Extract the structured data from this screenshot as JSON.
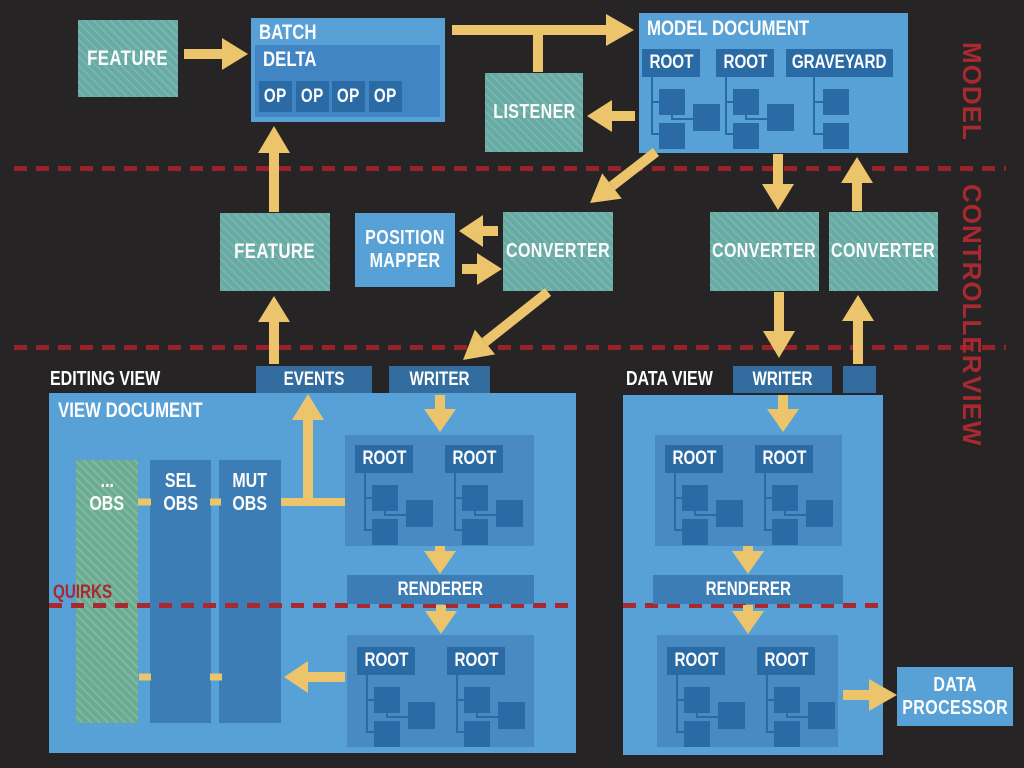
{
  "layers": {
    "model": "MODEL",
    "controller": "CONTROLLER",
    "view": "VIEW"
  },
  "model": {
    "feature_label": "FEATURE",
    "batch": {
      "title": "BATCH",
      "delta_label": "DELTA",
      "ops": [
        "OP",
        "OP",
        "OP",
        "OP"
      ]
    },
    "listener_label": "LISTENER",
    "document": {
      "title": "MODEL DOCUMENT",
      "roots": [
        "ROOT",
        "ROOT",
        "GRAVEYARD"
      ]
    }
  },
  "controller": {
    "feature_label": "FEATURE",
    "position_mapper_label": "POSITION MAPPER",
    "converters": [
      "CONVERTER",
      "CONVERTER",
      "CONVERTER"
    ]
  },
  "view": {
    "editing": {
      "title": "EDITING VIEW",
      "events_tab": "EVENTS",
      "writer_tab": "WRITER",
      "document_title": "VIEW DOCUMENT",
      "observers": [
        {
          "top": "...",
          "bottom": "OBS"
        },
        {
          "top": "SEL",
          "bottom": "OBS"
        },
        {
          "top": "MUT",
          "bottom": "OBS"
        }
      ],
      "quirks_label": "QUIRKS",
      "renderer_label": "RENDERER",
      "top_roots": [
        "ROOT",
        "ROOT"
      ],
      "bottom_roots": [
        "ROOT",
        "ROOT"
      ]
    },
    "data": {
      "title": "DATA VIEW",
      "writer_tab": "WRITER",
      "renderer_label": "RENDERER",
      "top_roots": [
        "ROOT",
        "ROOT"
      ],
      "bottom_roots": [
        "ROOT",
        "ROOT"
      ],
      "processor_label": "DATA PROCESSOR"
    }
  },
  "colors": {
    "background": "#272425",
    "box_blue": "#57a1d6",
    "box_blue_mid": "#4285c4",
    "box_blue_dark": "#2a6aa5",
    "container_blue": "#4a8ac2",
    "column_blue": "#3d7db5",
    "tab_blue": "#336d9f",
    "teal": "#68aaa4",
    "teal_stripe": "#79b6af",
    "green": "#6cab92",
    "green_stripe": "#7eb9a1",
    "arrow_yellow": "#ecc46b",
    "red": "#a8292f",
    "red_dash": "#97222a",
    "text_white": "#fdfdfd"
  }
}
